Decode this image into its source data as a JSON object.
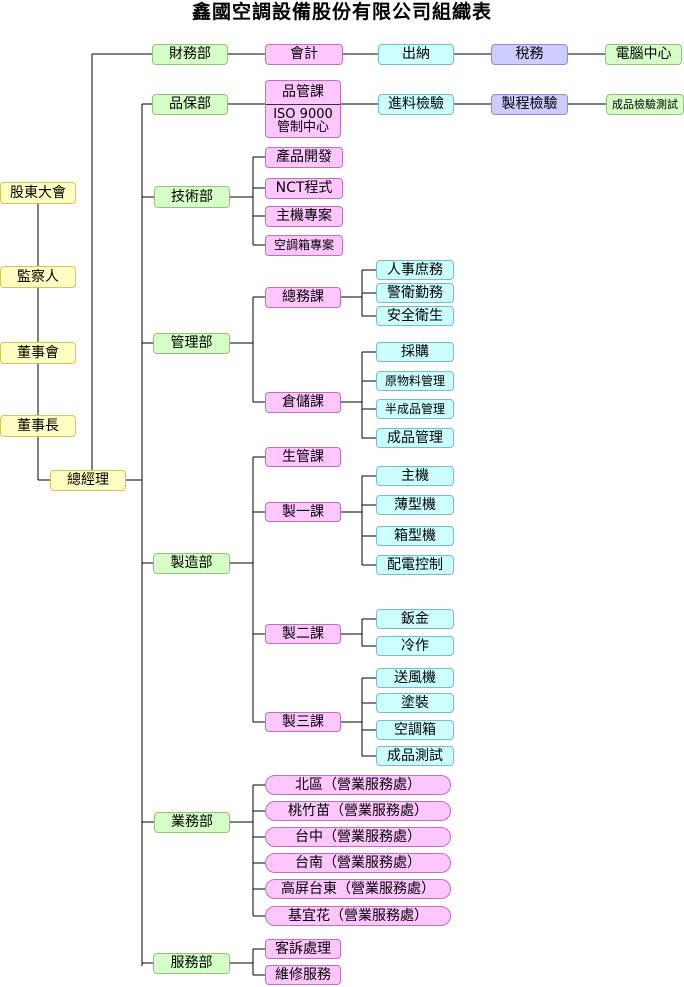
{
  "title": "鑫國空調設備股份有限公司組織表",
  "governance": [
    "股東大會",
    "監察人",
    "董事會",
    "董事長"
  ],
  "gm": "總經理",
  "finance": {
    "name": "財務部",
    "chain": [
      "會計",
      "出納",
      "稅務",
      "電腦中心"
    ]
  },
  "qa": {
    "name": "品保部",
    "section": {
      "title": "品管課",
      "line1": "ISO 9000",
      "line2": "管制中心"
    },
    "chain": [
      "進料檢驗",
      "製程檢驗",
      "成品檢驗測試"
    ]
  },
  "tech": {
    "name": "技術部",
    "items": [
      "產品開發",
      "NCT程式",
      "主機專案",
      "空調箱專案"
    ]
  },
  "mgmt": {
    "name": "管理部",
    "general": {
      "name": "總務課",
      "items": [
        "人事庶務",
        "警衛勤務",
        "安全衛生"
      ]
    },
    "storage": {
      "name": "倉儲課",
      "items": [
        "採購",
        "原物料管理",
        "半成品管理",
        "成品管理"
      ]
    }
  },
  "mfg": {
    "name": "製造部",
    "prod_control": "生管課",
    "s1": {
      "name": "製一課",
      "items": [
        "主機",
        "薄型機",
        "箱型機",
        "配電控制"
      ]
    },
    "s2": {
      "name": "製二課",
      "items": [
        "鈑金",
        "冷作"
      ]
    },
    "s3": {
      "name": "製三課",
      "items": [
        "送風機",
        "塗裝",
        "空調箱",
        "成品測試"
      ]
    }
  },
  "sales": {
    "name": "業務部",
    "items": [
      "北區（營業服務處）",
      "桃竹苗（營業服務處）",
      "台中（營業服務處）",
      "台南（營業服務處）",
      "高屏台東（營業服務處）",
      "基宜花（營業服務處）"
    ]
  },
  "service": {
    "name": "服務部",
    "items": [
      "客訴處理",
      "維修服務"
    ]
  }
}
